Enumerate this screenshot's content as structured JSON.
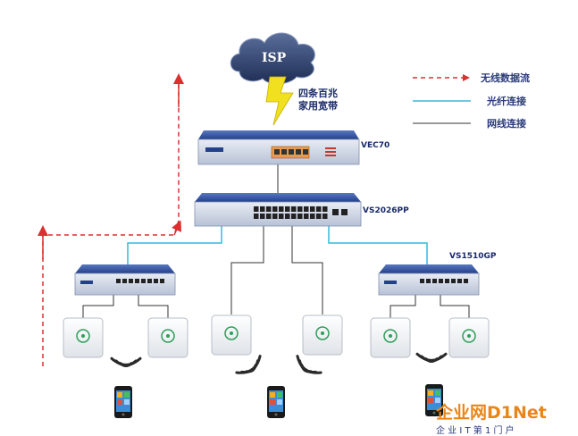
{
  "isp": {
    "label": "ISP",
    "bandwidth_line1": "四条百兆",
    "bandwidth_line2": "家用宽带"
  },
  "legend": {
    "wireless": "无线数据流",
    "fiber": "光纤连接",
    "ethernet": "网线连接"
  },
  "devices": {
    "gateway": "VEC70",
    "core_switch": "VS2026PP",
    "right_switch": "VS1510GP"
  },
  "watermark": {
    "brand": "企业网D1Net",
    "slogan": "企 业 I T 第 1 门 户"
  },
  "colors": {
    "wireless": "#d93030",
    "fiber": "#38b8d8",
    "ethernet": "#333333",
    "device": "#23408a",
    "label": "#1a2a6a"
  }
}
